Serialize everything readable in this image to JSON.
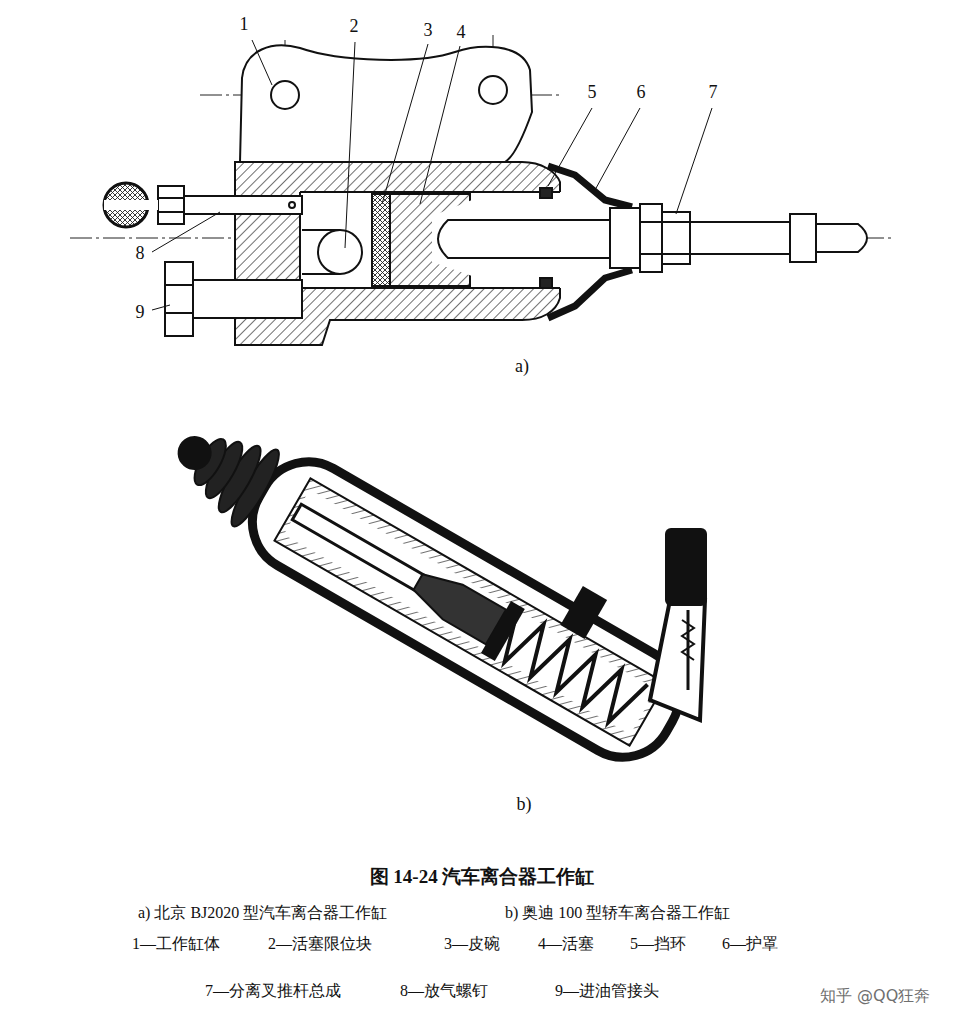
{
  "diagram": {
    "caption": "图 14-24 汽车离合器工作缸",
    "labels": [
      "1",
      "2",
      "3",
      "4",
      "5",
      "6",
      "7",
      "8",
      "9",
      "a)",
      "b)",
      "a) 北京 BJ2020 型汽车离合器工作缸",
      "b) 奥迪 100 型轿车离合器工作缸",
      "1—工作缸体",
      "2—活塞限位块",
      "3—皮碗",
      "4—活塞",
      "5—挡环",
      "6—护罩",
      "7—分离叉推杆总成",
      "8—放气螺钉",
      "9—进油管接头",
      "知乎 @QQ狂奔"
    ]
  }
}
